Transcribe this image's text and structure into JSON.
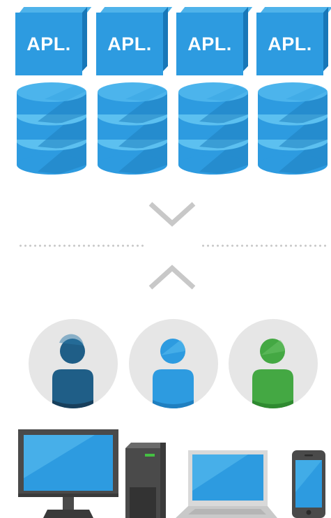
{
  "applications": [
    {
      "label": "APL."
    },
    {
      "label": "APL."
    },
    {
      "label": "APL."
    },
    {
      "label": "APL."
    }
  ],
  "colors": {
    "app_blue": "#2d9be0",
    "db_blue": "#2d9be0",
    "arrow_gray": "#c8c8c8",
    "user_dark_blue": "#1f5e87",
    "user_light_blue": "#2d9be0",
    "user_green": "#44a843",
    "circle_gray": "#e6e6e6",
    "device_gray": "#4a4a4a"
  },
  "databases": [
    "database-icon",
    "database-icon",
    "database-icon",
    "database-icon"
  ],
  "users": [
    {
      "icon": "user-icon",
      "color": "#1f5e87"
    },
    {
      "icon": "user-icon",
      "color": "#2d9be0"
    },
    {
      "icon": "user-icon",
      "color": "#44a843"
    }
  ],
  "devices": [
    "desktop-monitor-icon",
    "pc-tower-icon",
    "laptop-icon",
    "smartphone-icon"
  ]
}
